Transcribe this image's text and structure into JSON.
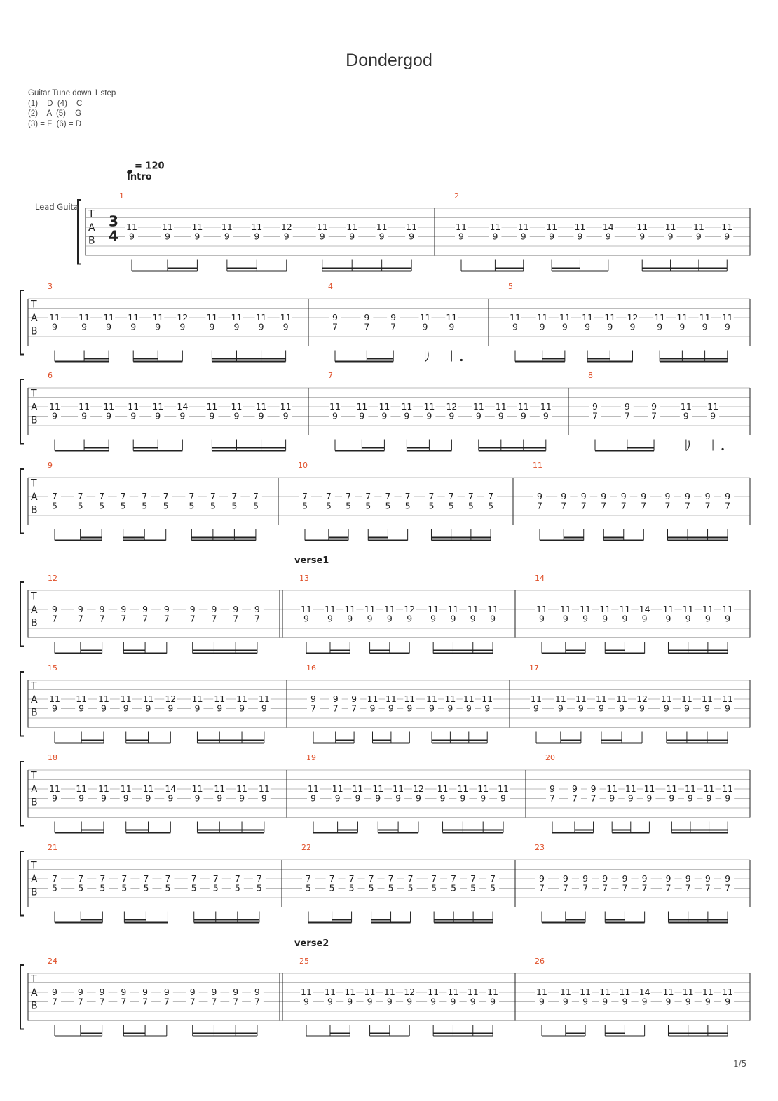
{
  "title": "Dondergod",
  "tuning": {
    "heading": "Guitar Tune down 1 step",
    "lines": [
      "(1) = D  (4) = C",
      "(2) = A  (5) = G",
      "(3) = F  (6) = D"
    ]
  },
  "tempo": {
    "label": "= 120"
  },
  "section_intro": "Intro",
  "instrument_label": "Lead Guita",
  "time_signature": {
    "top": "3",
    "bottom": "4"
  },
  "tab_letters": [
    "T",
    "A",
    "B"
  ],
  "page_number": "1/5",
  "systems": [
    {
      "section": "",
      "measures": [
        {
          "number": "1",
          "kind": "A11",
          "last": "12"
        },
        {
          "number": "2",
          "kind": "A11",
          "last": "14"
        }
      ]
    },
    {
      "section": "",
      "measures": [
        {
          "number": "3",
          "kind": "A11",
          "last": "12"
        },
        {
          "number": "4",
          "kind": "B"
        },
        {
          "number": "5",
          "kind": "A11",
          "last": "12"
        }
      ]
    },
    {
      "section": "",
      "measures": [
        {
          "number": "6",
          "kind": "A11",
          "last": "14"
        },
        {
          "number": "7",
          "kind": "A11",
          "last": "12"
        },
        {
          "number": "8",
          "kind": "B"
        }
      ]
    },
    {
      "section": "",
      "measures": [
        {
          "number": "9",
          "kind": "P75"
        },
        {
          "number": "10",
          "kind": "P75"
        },
        {
          "number": "11",
          "kind": "P97"
        }
      ]
    },
    {
      "section": "verse1",
      "measures": [
        {
          "number": "12",
          "kind": "P97"
        },
        {
          "number": "13",
          "kind": "A11",
          "last": "12",
          "double_bar": true
        },
        {
          "number": "14",
          "kind": "A11",
          "last": "14"
        }
      ]
    },
    {
      "section": "",
      "measures": [
        {
          "number": "15",
          "kind": "A11",
          "last": "12"
        },
        {
          "number": "16",
          "kind": "C"
        },
        {
          "number": "17",
          "kind": "A11",
          "last": "12"
        }
      ]
    },
    {
      "section": "",
      "measures": [
        {
          "number": "18",
          "kind": "A11",
          "last": "14"
        },
        {
          "number": "19",
          "kind": "A11",
          "last": "12"
        },
        {
          "number": "20",
          "kind": "C"
        }
      ]
    },
    {
      "section": "",
      "measures": [
        {
          "number": "21",
          "kind": "P75"
        },
        {
          "number": "22",
          "kind": "P75"
        },
        {
          "number": "23",
          "kind": "P97"
        }
      ]
    },
    {
      "section": "verse2",
      "measures": [
        {
          "number": "24",
          "kind": "P97"
        },
        {
          "number": "25",
          "kind": "A11",
          "last": "12",
          "double_bar": true
        },
        {
          "number": "26",
          "kind": "A11",
          "last": "14"
        }
      ]
    }
  ],
  "colors": {
    "measure_number": "#e0502a",
    "staff_line": "#bbbbbb",
    "ink": "#222222"
  }
}
